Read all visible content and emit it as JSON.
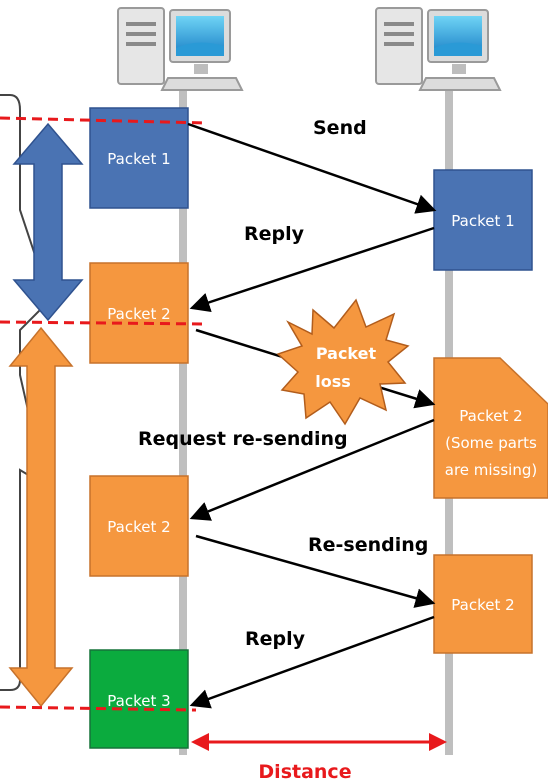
{
  "colors": {
    "blue": "#4a73b3",
    "orange": "#f5973f",
    "green": "#0bab3e",
    "red": "#e8191c",
    "lifeline": "#bfbfbf"
  },
  "hosts": [
    {
      "icon": "computer-icon"
    },
    {
      "icon": "computer-icon"
    }
  ],
  "packets": {
    "sender_packet1": "Packet 1",
    "sender_packet2": "Packet 2",
    "sender_packet2_resend": "Packet 2",
    "sender_packet3": "Packet 3",
    "receiver_packet1": "Packet 1",
    "receiver_packet2_damaged": [
      "Packet 2",
      "(Some parts",
      "are missing)"
    ],
    "receiver_packet2_resent": "Packet 2"
  },
  "messages": {
    "send": "Send",
    "reply1": "Reply",
    "request_resend": "Request re-sending",
    "resending": "Re-sending",
    "reply2": "Reply"
  },
  "loss_burst": [
    "Packet",
    "loss"
  ],
  "distance_label": "Distance"
}
